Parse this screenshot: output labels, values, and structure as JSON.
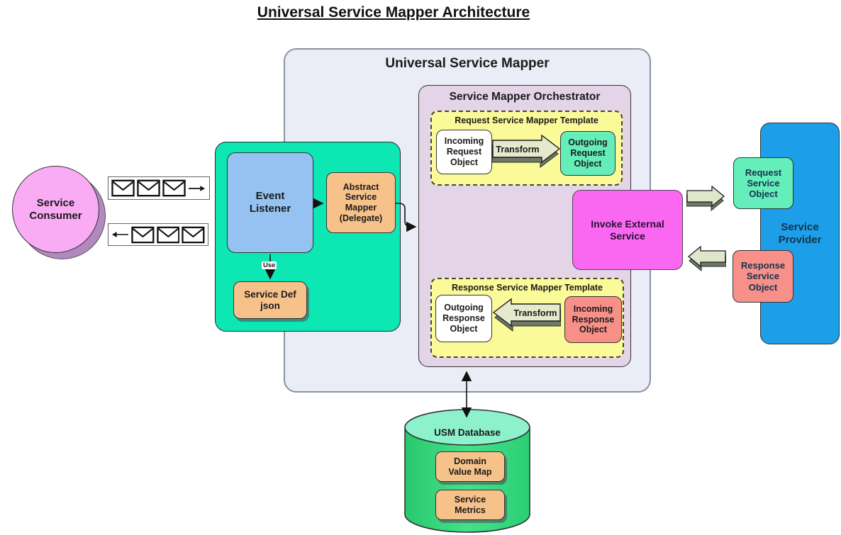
{
  "title": "Universal Service Mapper Architecture",
  "usm": {
    "title": "Universal Service Mapper"
  },
  "consumer": {
    "line1": "Service",
    "line2": "Consumer"
  },
  "event_listener": {
    "line1": "Event",
    "line2": "Listener"
  },
  "abstract_mapper": {
    "line1": "Abstract",
    "line2": "Service",
    "line3": "Mapper",
    "line4": "(Delegate)"
  },
  "service_def": {
    "line1": "Service Def",
    "line2": "json"
  },
  "use_label": "Use",
  "orchestrator": {
    "title": "Service Mapper Orchestrator",
    "request_template": {
      "title": "Request Service Mapper Template",
      "incoming": {
        "line1": "Incoming",
        "line2": "Request",
        "line3": "Object"
      },
      "transform": "Transform",
      "outgoing": {
        "line1": "Outgoing",
        "line2": "Request",
        "line3": "Object"
      }
    },
    "response_template": {
      "title": "Response Service Mapper Template",
      "outgoing": {
        "line1": "Outgoing",
        "line2": "Response",
        "line3": "Object"
      },
      "transform": "Transform",
      "incoming": {
        "line1": "Incoming",
        "line2": "Response",
        "line3": "Object"
      }
    }
  },
  "invoke": {
    "line1": "Invoke External",
    "line2": "Service"
  },
  "provider": {
    "line1": "Service",
    "line2": "Provider",
    "request_object": {
      "line1": "Request",
      "line2": "Service",
      "line3": "Object"
    },
    "response_object": {
      "line1": "Response",
      "line2": "Service",
      "line3": "Object"
    }
  },
  "database": {
    "title": "USM Database",
    "domain_value_map": {
      "line1": "Domain",
      "line2": "Value Map"
    },
    "service_metrics": {
      "line1": "Service",
      "line2": "Metrics"
    }
  },
  "icons": {
    "envelope": "✉",
    "arrow_right": "→",
    "arrow_left": "←"
  },
  "colors": {
    "outer_container_bg": "#EAEDF5",
    "orchestrator_bg": "#E3D5E7",
    "template_yellow": "#FAFA98",
    "listener_container_green": "#0CE7B4",
    "event_listener_blue": "#95C2F1",
    "orange_box": "#F7C289",
    "invoke_magenta": "#FA68F2",
    "provider_blue": "#1C9FE8",
    "object_green": "#65EEBA",
    "object_red": "#F8908A",
    "consumer_pink": "#F9ACF4",
    "consumer_shadow": "#B189BE",
    "cylinder_body": "#2FD478",
    "cylinder_top": "#8DF1CC",
    "transform_face": "#E5EACD",
    "transform_side": "#6E7A66"
  }
}
